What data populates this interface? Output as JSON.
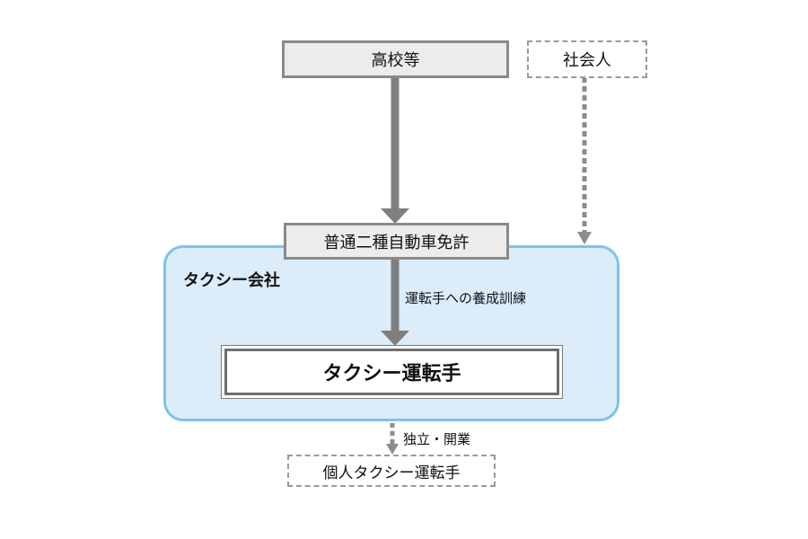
{
  "nodes": {
    "high_school": "高校等",
    "working_adult": "社会人",
    "license": "普通二種自動車免許",
    "company": "タクシー会社",
    "taxi_driver": "タクシー運転手",
    "private_taxi_driver": "個人タクシー運転手"
  },
  "edges": {
    "training": "運転手への養成訓練",
    "independence": "独立・開業"
  },
  "colors": {
    "company_fill": "#dcecf9",
    "company_border": "#7cc3ea",
    "arrow_solid": "#7f7f7f",
    "arrow_dotted": "#8c8c8c"
  }
}
